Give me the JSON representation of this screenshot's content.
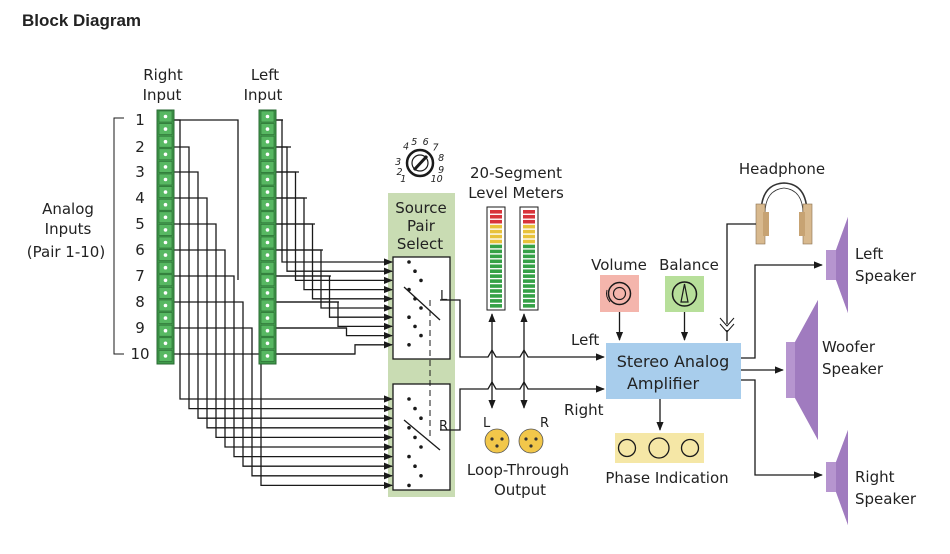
{
  "title": "Block Diagram",
  "right_input": [
    "Right",
    "Input"
  ],
  "left_input": [
    "Left",
    "Input"
  ],
  "analog_inputs": [
    "Analog",
    "Inputs",
    "(Pair 1-10)"
  ],
  "channels": [
    "1",
    "2",
    "3",
    "4",
    "5",
    "6",
    "7",
    "8",
    "9",
    "10"
  ],
  "dial_numbers": [
    "1",
    "2",
    "3",
    "4",
    "5",
    "6",
    "7",
    "8",
    "9",
    "10"
  ],
  "meters_label": [
    "20-Segment",
    "Level Meters"
  ],
  "source_select": [
    "Source",
    "Pair",
    "Select"
  ],
  "switch_left": "L",
  "switch_right": "R",
  "loop_L": "L",
  "loop_R": "R",
  "loop_label": [
    "Loop-Through",
    "Output"
  ],
  "signal_left": "Left",
  "signal_right": "Right",
  "volume": "Volume",
  "balance": "Balance",
  "amplifier": [
    "Stereo Analog",
    "Amplifier"
  ],
  "phase": "Phase Indication",
  "headphone": "Headphone",
  "left_speaker": [
    "Left",
    "Speaker"
  ],
  "woofer_speaker": [
    "Woofer",
    "Speaker"
  ],
  "right_speaker": [
    "Right",
    "Speaker"
  ],
  "colors": {
    "terminal_green": "#3f9a4a",
    "select_panel": "#c9dcb3",
    "knob_box": "#f4b5ac",
    "balance_box": "#b7df9a",
    "amplifier": "#a8cdec",
    "phase_box": "#f5e7a6",
    "xlr": "#f2c74a",
    "speaker": "#b695cf",
    "headphone": "#d8b98e"
  }
}
